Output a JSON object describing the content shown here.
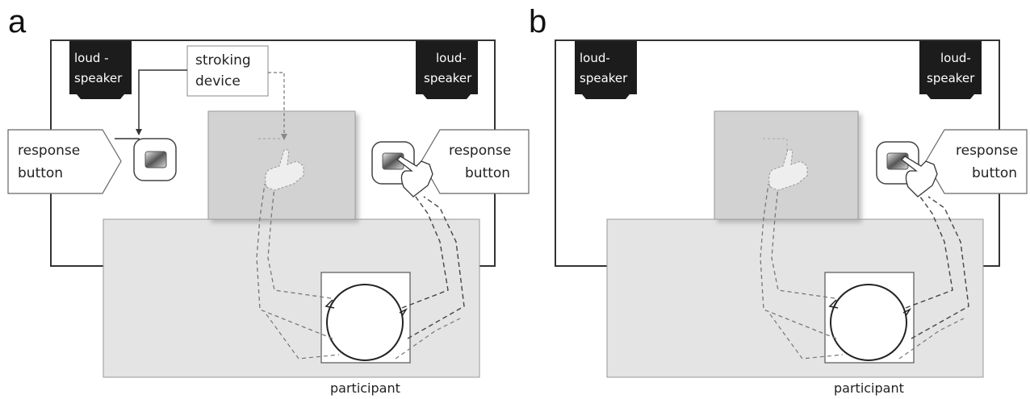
{
  "panels": [
    {
      "letter": "a",
      "loudspeaker_left": [
        "loud -",
        "speaker"
      ],
      "loudspeaker_right": [
        "loud-",
        "speaker"
      ],
      "stroking_device": [
        "stroking",
        "device"
      ],
      "response_button_left": [
        "response",
        "button"
      ],
      "response_button_right": [
        "response",
        "button"
      ],
      "participant": "participant"
    },
    {
      "letter": "b",
      "loudspeaker_left": [
        "loud-",
        "speaker"
      ],
      "loudspeaker_right": [
        "loud-",
        "speaker"
      ],
      "response_button_right": [
        "response",
        "button"
      ],
      "participant": "participant"
    }
  ],
  "colors": {
    "table": "#e4e4e4",
    "screen": "#d2d2d2",
    "speaker": "#1c1c1c",
    "outline": "#333333",
    "dashed": "#555555"
  }
}
